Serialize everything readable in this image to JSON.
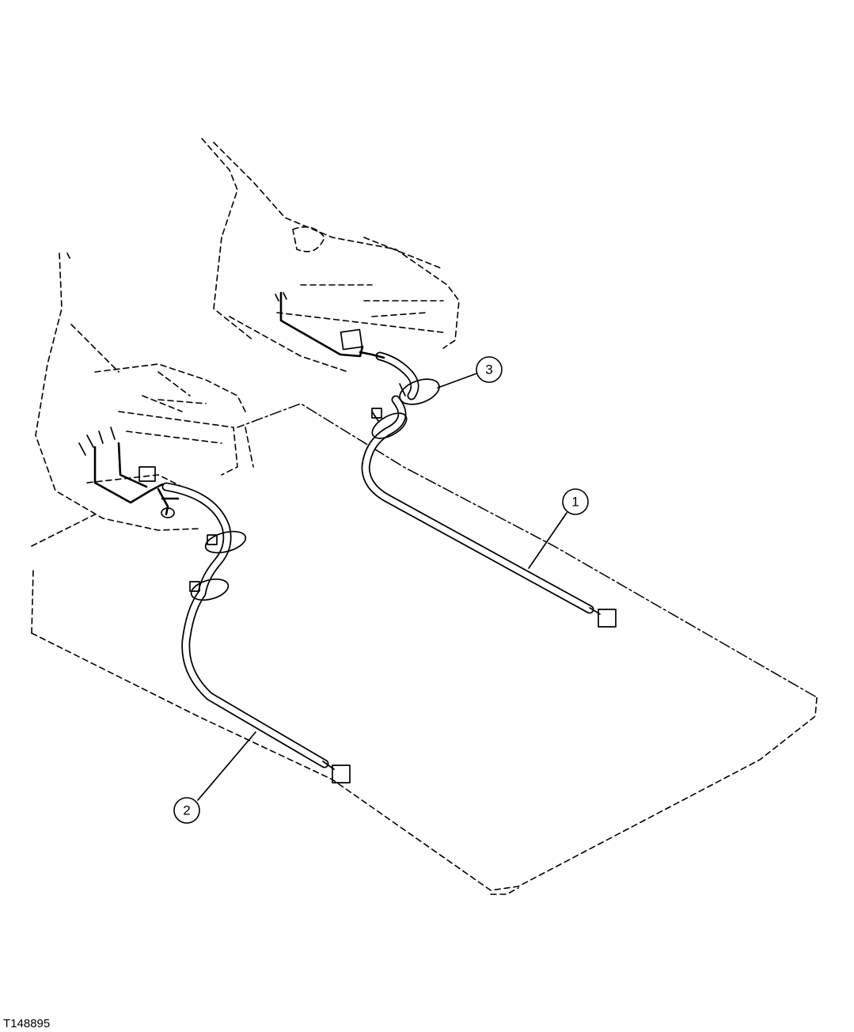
{
  "figure": {
    "id": "T148895"
  },
  "callouts": [
    {
      "label": "1",
      "target": "harness-1"
    },
    {
      "label": "2",
      "target": "harness-2"
    },
    {
      "label": "3",
      "target": "clamp-3"
    }
  ]
}
